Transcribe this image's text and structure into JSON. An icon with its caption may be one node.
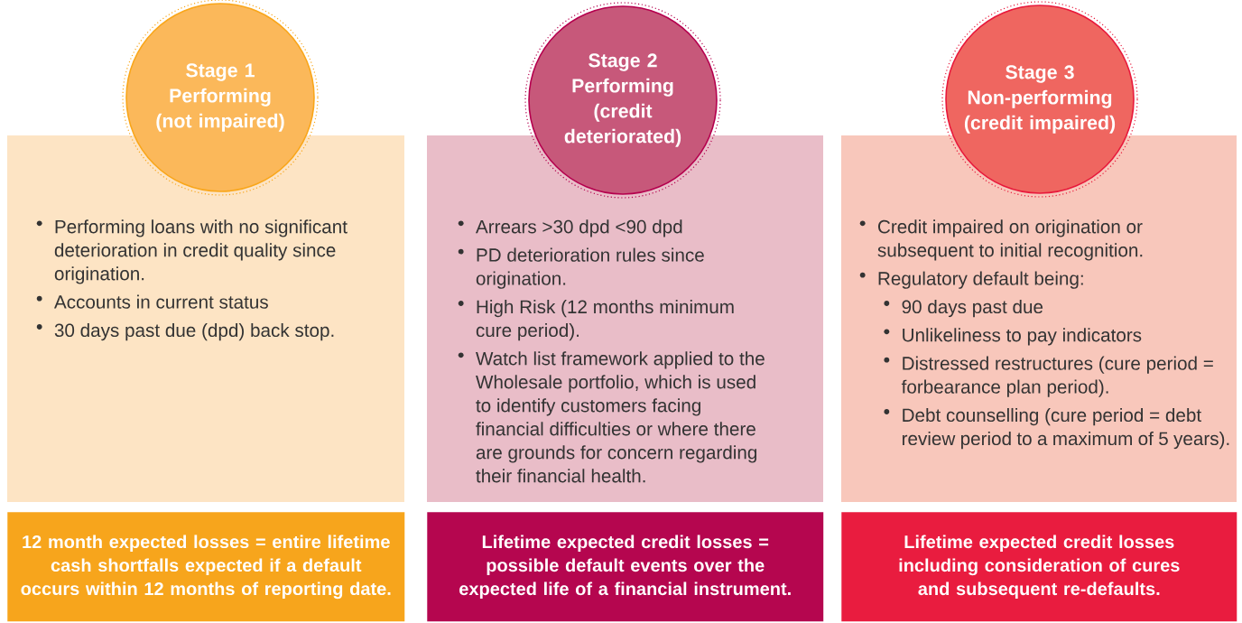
{
  "diagram": {
    "nodes": [
      {
        "text": [
          "Stage 1 Performing (not impaired)"
        ]
      },
      {
        "text": [
          "Performing loans with no significant deterioration in credit quality since origination.",
          "Accounts in current status",
          "30 days past due (dpd) back stop."
        ]
      },
      {
        "text": [
          "12 month expected losses = entire lifetime cash shortfalls expected if a default occurs within 12 months of reporting date."
        ]
      },
      {
        "text": [
          "Stage 2 Performing (credit deteriorated)"
        ]
      },
      {
        "text": [
          "Arrears >30 dpd <90 dpd",
          "PD deterioration rules since origination.",
          "High Risk (12 months minimum cure period).",
          "Watch list framework applied to the Wholesale portfolio, which is used to identify customers facing financial difficulties or where there are grounds for concern regarding their financial health."
        ]
      },
      {
        "text": [
          "Lifetime expected credit losses = possible default events over the expected life of a financial instrument."
        ]
      },
      {
        "text": [
          "Stage 3 Non-performing (credit impaired)"
        ]
      },
      {
        "text": [
          "Credit impaired on origination or subsequent to initial recognition.",
          "Regulatory default being:",
          "90 days past due",
          "Unlikeliness to pay indicators",
          "Distressed restructures (cure period = forbearance plan period).",
          "Debt counselling (cure period = debt review period to a maximum of 5 years)."
        ]
      },
      {
        "text": [
          "Lifetime expected credit losses including consideration of cures and subsequent re-defaults."
        ]
      }
    ]
  }
}
